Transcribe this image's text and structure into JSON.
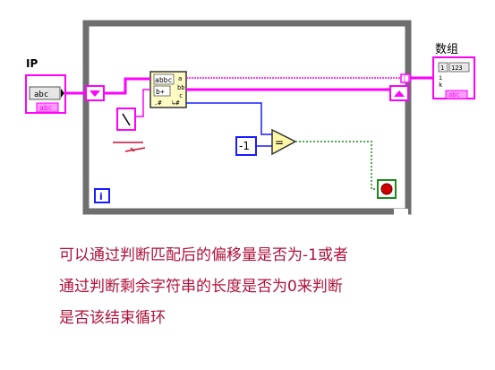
{
  "controls": {
    "ip_label": "IP",
    "ip_type": "abc",
    "ip_dtype": "abc"
  },
  "indicators": {
    "array_label": "数组",
    "array_index": "1",
    "array_elem_type": "123",
    "array_dtype": "abc"
  },
  "nodes": {
    "match_pattern_top": "abbc",
    "match_pattern_mid": "b+",
    "constant_neg1": "-1",
    "loop_iteration": "i",
    "build_array_i": "i",
    "build_array_k": "k"
  },
  "caption": {
    "line1": "可以通过判断匹配后的偏移量是否为-1或者",
    "line2": "通过判断剩余字符串的长度是否为0来判断",
    "line3": "是否该结束循环"
  },
  "colors": {
    "string_wire": "#ff00ff",
    "numeric_wire": "#1a1aff",
    "boolean_wire": "#1a8a1a",
    "loop_frame": "#6e6e6e",
    "caption": "#b0103a",
    "stop_button": "#d00000"
  }
}
